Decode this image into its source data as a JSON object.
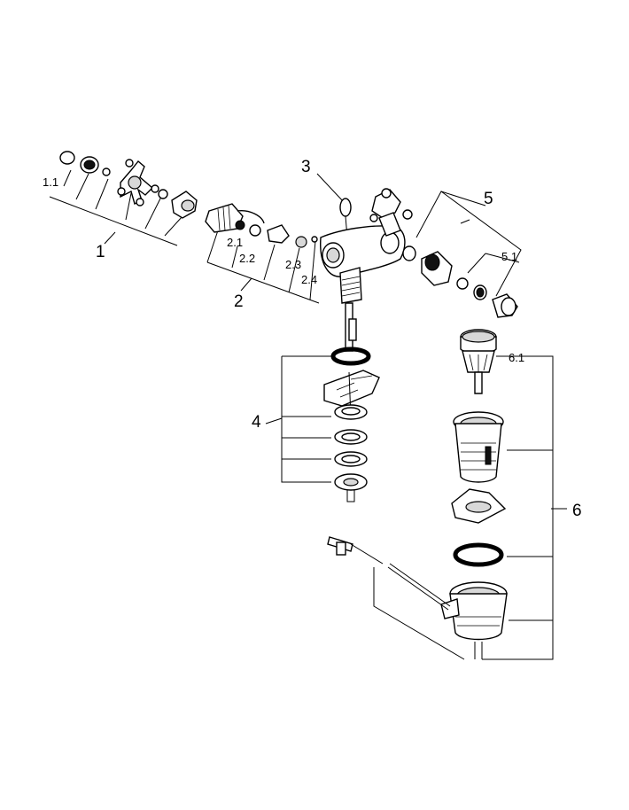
{
  "labels": {
    "l1": "1",
    "l1_1": "1.1",
    "l2": "2",
    "l2_1": "2.1",
    "l2_2": "2.2",
    "l2_3": "2.3",
    "l2_4": "2.4",
    "l3": "3",
    "l4": "4",
    "l5": "5",
    "l5_1": "5.1",
    "l6": "6",
    "l6_1": "6.1"
  }
}
